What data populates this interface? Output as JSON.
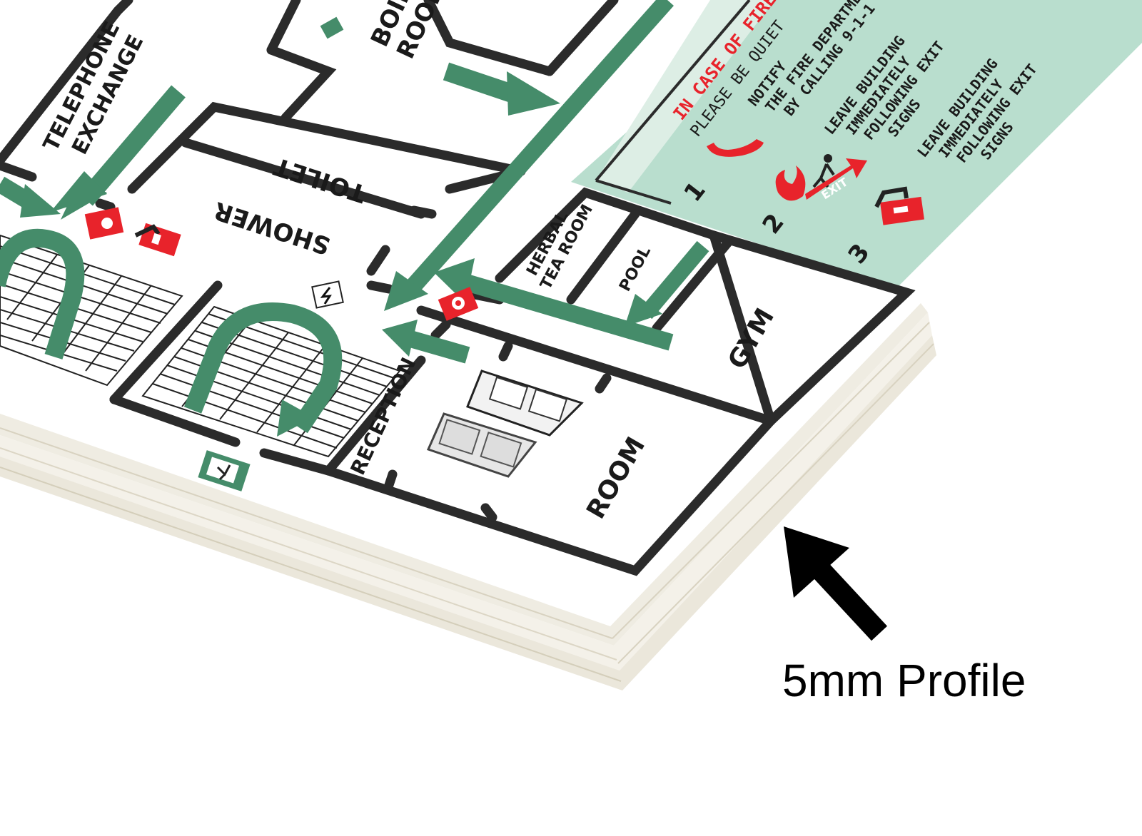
{
  "rooms": {
    "telephone_line1": "TELEPHONE",
    "telephone_line2": "EXCHANGE",
    "boiler_line1": "BOILER",
    "boiler_line2": "ROOM",
    "toilet": "TOILET",
    "shower": "SHOWER",
    "reception": "RECEPTION",
    "herbal_line1": "HERBAL",
    "herbal_line2": "TEA ROOM",
    "pool": "POOL",
    "gym": "GYM",
    "room": "ROOM"
  },
  "notice": {
    "heading": "IN CASE OF FIRE",
    "subheading": "PLEASE BE QUIET",
    "steps": [
      {
        "number": "1",
        "line1": "NOTIFY",
        "line2": "THE FIRE DEPARTMENT",
        "line3": "BY CALLING 9-1-1"
      },
      {
        "number": "2",
        "line1": "LEAVE BUILDING",
        "line2": "IMMEDIATELY",
        "line3": "FOLLOWING EXIT",
        "line4": "SIGNS"
      },
      {
        "number": "3",
        "line1": "LEAVE BUILDING",
        "line2": "IMMEDIATELY",
        "line3": "FOLLOWING EXIT",
        "line4": "SIGNS"
      }
    ],
    "exit_label": "EXIT"
  },
  "caption": "5mm Profile",
  "colors": {
    "arrow_green": "#458c6a",
    "panel_green": "#b9dece",
    "fire_red": "#e8232b",
    "wall": "#2b2b2b",
    "edge": "#ece8da"
  },
  "icons": [
    "fire-alarm-icon",
    "fire-extinguisher-icon",
    "electric-hazard-icon",
    "running-man-exit-icon",
    "phone-icon",
    "flame-icon",
    "pointer-arrow-icon"
  ]
}
